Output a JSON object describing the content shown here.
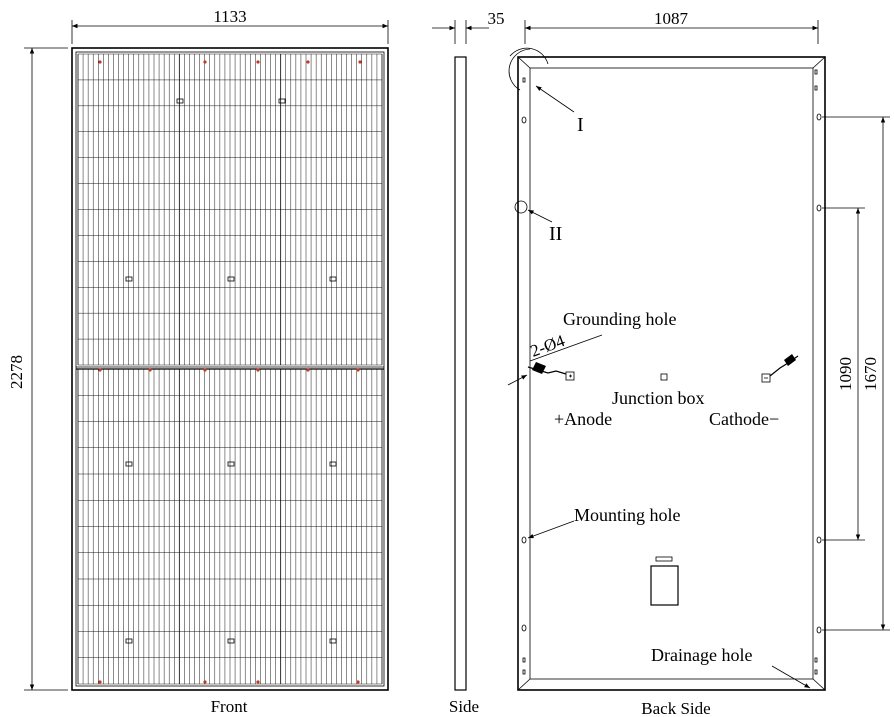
{
  "dimensions": {
    "front_width": "1133",
    "front_height": "2278",
    "side_thickness": "35",
    "back_width": "1087",
    "hole_spacing_inner": "1090",
    "hole_spacing_outer": "1670",
    "grounding_hole_spec": "2-Ø4"
  },
  "views": {
    "front": "Front",
    "side": "Side",
    "back": "Back Side"
  },
  "callouts": {
    "detail_1": "I",
    "detail_2": "II",
    "grounding_hole": "Grounding hole",
    "junction_box": "Junction box",
    "anode": "+Anode",
    "cathode": "Cathode−",
    "mounting_hole": "Mounting hole",
    "drainage_hole": "Drainage hole"
  }
}
